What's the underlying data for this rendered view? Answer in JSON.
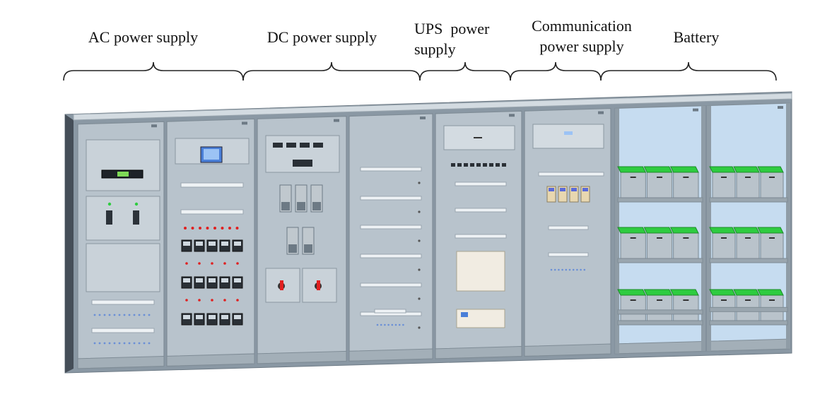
{
  "sections": [
    {
      "id": "ac",
      "label_lines": [
        "AC power supply"
      ]
    },
    {
      "id": "dc",
      "label_lines": [
        "DC power supply"
      ]
    },
    {
      "id": "ups",
      "label_lines": [
        "UPS  power",
        "supply"
      ]
    },
    {
      "id": "comm",
      "label_lines": [
        "Communication",
        "power supply"
      ]
    },
    {
      "id": "battery",
      "label_lines": [
        "Battery"
      ]
    }
  ],
  "colors": {
    "cabinet_body": "#b8c3cc",
    "cabinet_frame": "#8a98a4",
    "cabinet_dark": "#454e58",
    "battery_top": "#2ecc40",
    "screen_blue": "#4a7fd8",
    "indicator_red": "#e02020",
    "glass": "#c6dcf0"
  }
}
